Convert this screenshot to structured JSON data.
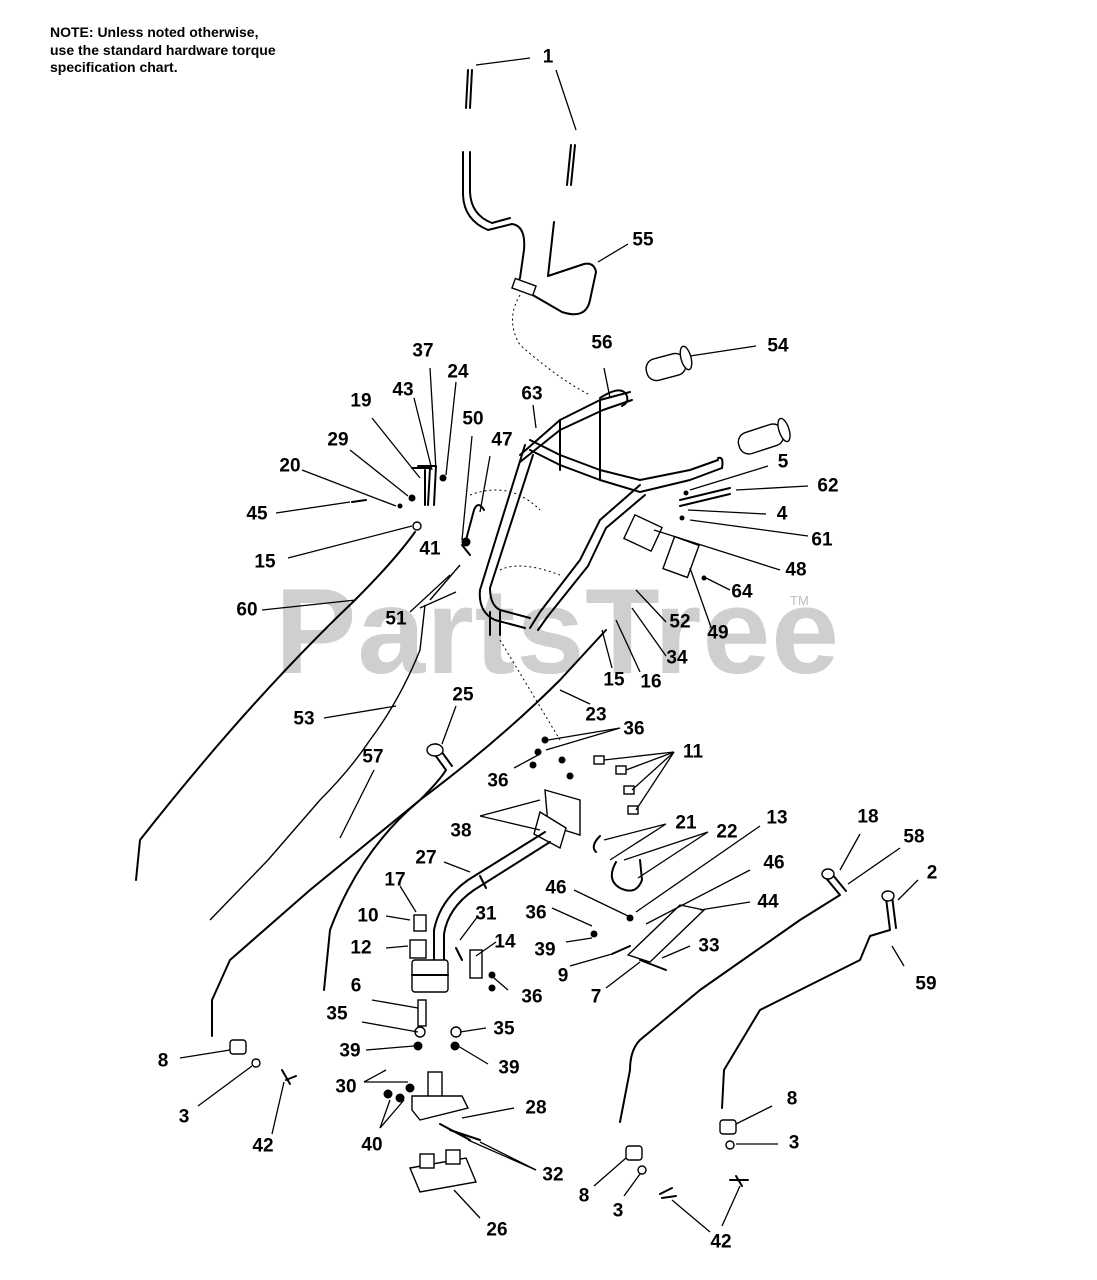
{
  "note": "NOTE: Unless noted otherwise,\nuse the standard hardware torque\nspecification chart.",
  "watermark": "PartsTree",
  "watermark_tm": "TM",
  "callouts": {
    "c1": "1",
    "c55": "55",
    "c56": "56",
    "c54": "54",
    "c63": "63",
    "c37": "37",
    "c24": "24",
    "c19": "19",
    "c43": "43",
    "c29": "29",
    "c20": "20",
    "c45": "45",
    "c50": "50",
    "c47": "47",
    "c15a": "15",
    "c41": "41",
    "c60": "60",
    "c51": "51",
    "c5": "5",
    "c62": "62",
    "c4": "4",
    "c61": "61",
    "c48": "48",
    "c64": "64",
    "c49": "49",
    "c52": "52",
    "c34": "34",
    "c16": "16",
    "c15b": "15",
    "c53": "53",
    "c25": "25",
    "c23": "23",
    "c36a": "36",
    "c11": "11",
    "c36b": "36",
    "c57": "57",
    "c38": "38",
    "c21": "21",
    "c22": "22",
    "c13": "13",
    "c18": "18",
    "c58": "58",
    "c27": "27",
    "c46a": "46",
    "c46b": "46",
    "c17": "17",
    "c44": "44",
    "c2": "2",
    "c10": "10",
    "c36c": "36",
    "c31": "31",
    "c12": "12",
    "c14": "14",
    "c39a": "39",
    "c33": "33",
    "c9": "9",
    "c59": "59",
    "c36d": "36",
    "c7": "7",
    "c6": "6",
    "c35a": "35",
    "c35b": "35",
    "c39b": "39",
    "c39c": "39",
    "c8a": "8",
    "c3a": "3",
    "c30": "30",
    "c42a": "42",
    "c28": "28",
    "c40": "40",
    "c8b": "8",
    "c3b": "3",
    "c32": "32",
    "c8c": "8",
    "c3c": "3",
    "c26": "26",
    "c42b": "42"
  }
}
